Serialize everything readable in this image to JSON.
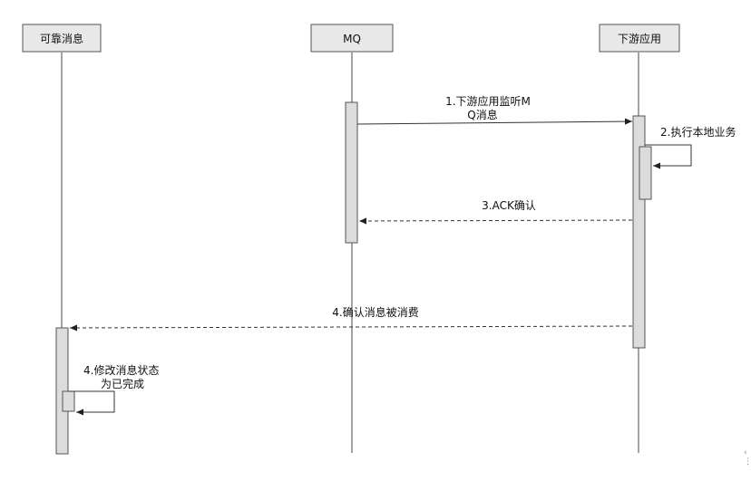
{
  "participants": [
    {
      "id": "reliable",
      "label": "可靠消息"
    },
    {
      "id": "mq",
      "label": "MQ"
    },
    {
      "id": "downstream",
      "label": "下游应用"
    }
  ],
  "messages": [
    {
      "id": "m1",
      "from": "mq",
      "to": "downstream",
      "style": "solid",
      "label_lines": [
        "1.下游应用监听M",
        "Q消息"
      ]
    },
    {
      "id": "m2",
      "from": "downstream",
      "to": "downstream",
      "style": "self",
      "label_lines": [
        "2.执行本地业务"
      ]
    },
    {
      "id": "m3",
      "from": "downstream",
      "to": "mq",
      "style": "dashed",
      "label_lines": [
        "3.ACK确认"
      ]
    },
    {
      "id": "m4",
      "from": "downstream",
      "to": "reliable",
      "style": "dashed",
      "label_lines": [
        "4.确认消息被消费"
      ]
    },
    {
      "id": "m5",
      "from": "reliable",
      "to": "reliable",
      "style": "self",
      "label_lines": [
        "4.修改消息状态",
        "为已完成"
      ]
    }
  ],
  "colors": {
    "box_fill": "#e8e8e8",
    "activation_fill": "#dcdcdc",
    "line": "#333333"
  }
}
